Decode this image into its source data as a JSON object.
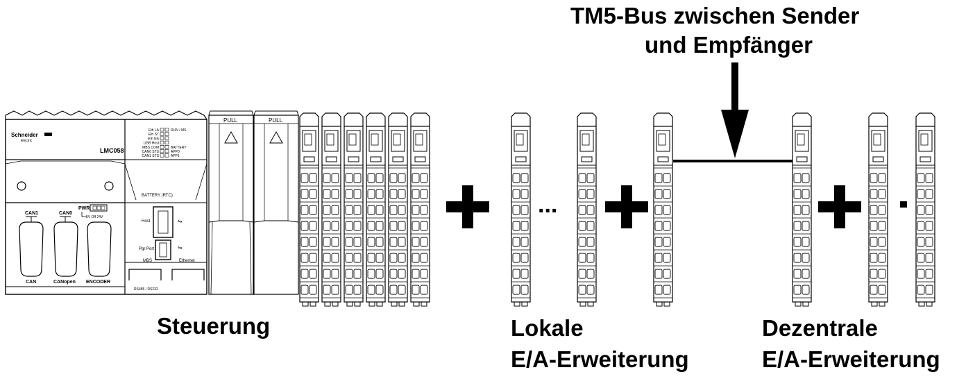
{
  "title_line1": "TM5-Bus zwischen Sender",
  "title_line2": "und Empfänger",
  "controller_label": "Steuerung",
  "local_label_line1": "Lokale",
  "local_label_line2": "E/A-Erweiterung",
  "remote_label_line1": "Dezentrale",
  "remote_label_line2": "E/A-Erweiterung",
  "ellipsis": "...",
  "controller": {
    "brand": "Schneider",
    "brand_sub": "Electric",
    "model": "LMC058",
    "led_left": [
      "Eth LA",
      "Eth ST",
      "Eth NS",
      "USB Host",
      "MBS COM",
      "CAN0 STS",
      "CAN1 STS"
    ],
    "led_right": [
      "RUN / MS",
      "",
      "",
      "",
      "BATTERY",
      "APP0",
      "APP1"
    ],
    "battery": "BATTERY (RTC)",
    "host": "Host",
    "pgr_port": "Pgr Port",
    "mbs": "MBS",
    "ethernet": "Ethernet",
    "rs485": "RS485 / RS232",
    "can1": "CAN1",
    "can0": "CAN0",
    "pwr": "PWR",
    "pwr_opts": "5V  Off  24V",
    "can_label": "CAN",
    "canopen_label": "CANopen",
    "encoder": "ENCODER"
  },
  "pull_label": "PULL"
}
